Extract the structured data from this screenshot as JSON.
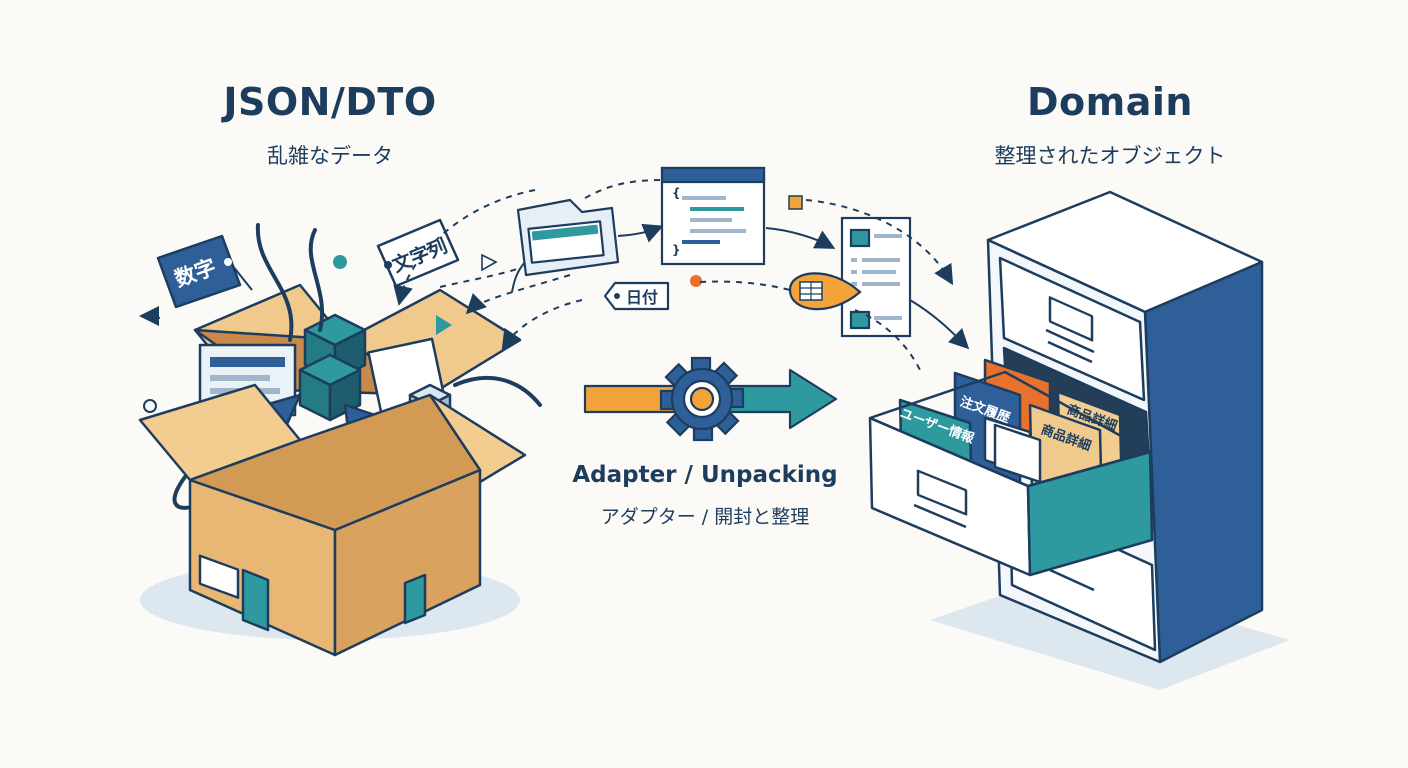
{
  "left": {
    "title": "JSON/DTO",
    "subtitle": "乱雑なデータ",
    "tags": [
      "数字",
      "文字列",
      "日付"
    ]
  },
  "center": {
    "title": "Adapter / Unpacking",
    "subtitle": "アダプター / 開封と整理"
  },
  "right": {
    "title": "Domain",
    "subtitle": "整理されたオブジェクト",
    "folder_tabs": [
      "注文履歴",
      "商品詳細",
      "ユーザー情報",
      "商品詳細"
    ]
  },
  "colors": {
    "navy": "#1d3d5f",
    "teal": "#2e9aa0",
    "orange": "#f2a33a",
    "cardboard": "#e9b774",
    "blue": "#2f5f98"
  }
}
